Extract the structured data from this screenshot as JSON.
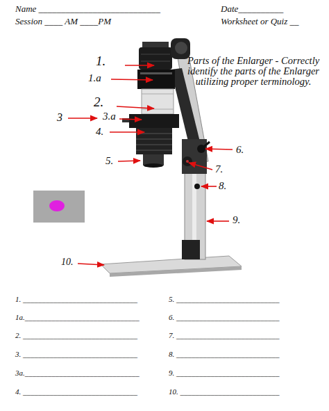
{
  "diagram": {
    "title": "Parts of the Enlarger - Correctly identify the parts of the Enlarger utilizing proper terminology.",
    "labels": [
      "Name ___________________________",
      "Date__________",
      "Session ____ AM ____PM",
      "Worksheet or Quiz __",
      "1.",
      "1.a",
      "2.",
      "3",
      "3.a",
      "4.",
      "5.",
      "6.",
      "7.",
      "8.",
      "9.",
      "10.",
      "1. ______________________________",
      "5.  ___________________________",
      "1a.______________________________",
      "6.  ___________________________",
      "2. ______________________________",
      "7.  ___________________________",
      "3. ______________________________",
      "8.  ___________________________",
      "3a.______________________________",
      "9.  ___________________________",
      "4. ______________________________",
      "10.  __________________________"
    ]
  }
}
